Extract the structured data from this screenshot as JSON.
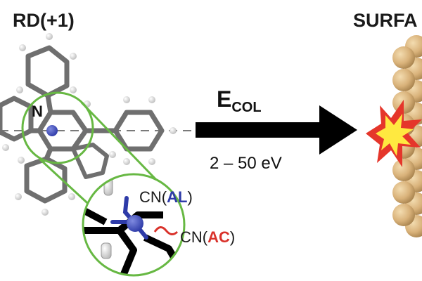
{
  "figure": {
    "left_title": "RD(+1)",
    "right_title": "SURFA",
    "arrow_label_main": "E",
    "arrow_label_sub": "COL",
    "energy_range": "2 – 50 eV",
    "atom_label": "N",
    "callouts": [
      {
        "prefix": "CN(",
        "highlight": "AL",
        "suffix": ")",
        "color": "#2e3ba8"
      },
      {
        "prefix": "CN(",
        "highlight": "AC",
        "suffix": ")",
        "color": "#d9322b"
      }
    ],
    "colors": {
      "bond_gray": "#6f6f6f",
      "hydrogen": "#cfcfcf",
      "nitrogen": "#2e3ba8",
      "zoom_green": "#67b843",
      "surface_ball": "#d9b27a",
      "impact_red": "#e5362b",
      "impact_yellow": "#ffe940",
      "arrow": "#000000"
    }
  }
}
